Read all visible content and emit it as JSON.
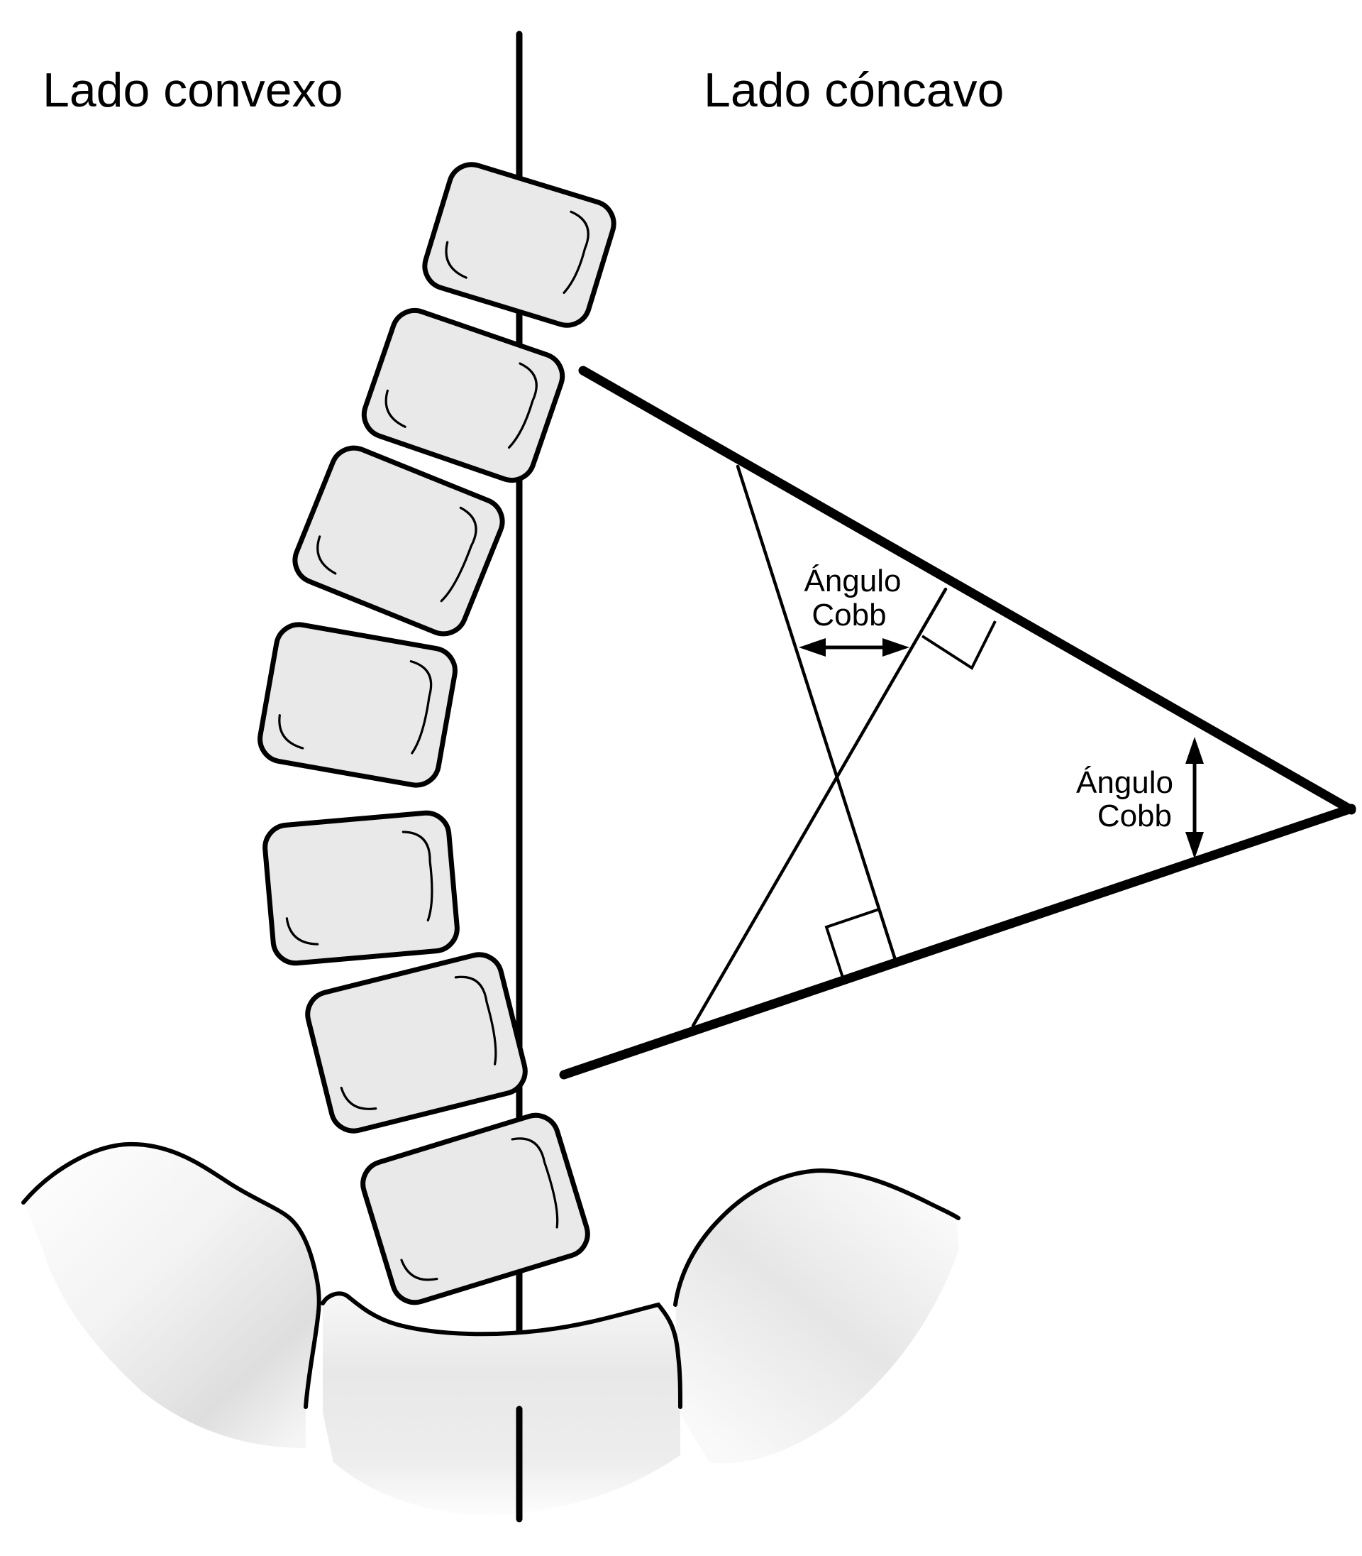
{
  "diagram": {
    "side_labels": {
      "left": "Lado convexo",
      "right": "Lado cóncavo"
    },
    "angle_labels": [
      {
        "line1": "Ángulo",
        "line2": "Cobb"
      },
      {
        "line1": "Ángulo",
        "line2": "Cobb"
      }
    ],
    "colors": {
      "line": "#000000",
      "vertebra_fill": "#e9e9e9",
      "pelvis_shade": "#dddddd",
      "background": "#ffffff"
    }
  }
}
